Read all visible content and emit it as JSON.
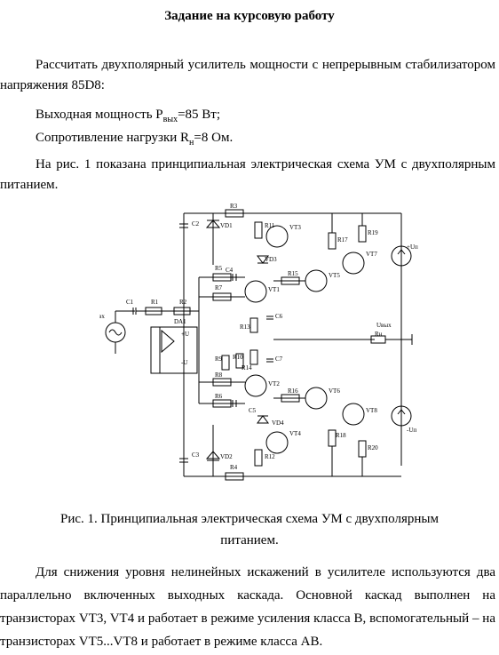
{
  "title": "Задание на курсовую работу",
  "para1": "Рассчитать двухполярный усилитель мощности с непрерывным стабилизатором напряжения 85D8:",
  "power": {
    "prefix": "Выходная мощность P",
    "sub": "вых",
    "suffix": "=85 Вт;"
  },
  "load": {
    "prefix": "Сопротивление нагрузки R",
    "sub": "н",
    "suffix": "=8 Ом."
  },
  "para2": "На рис. 1 показана принципиальная электрическая схема УМ с двухполярным питанием.",
  "caption_line1": "Рис. 1. Принципиальная электрическая схема УМ с двухполярным",
  "caption_line2": "питанием.",
  "para3": "Для снижения уровня нелинейных искажений в усилителе используются два параллельно включенных выходных каскада. Основной каскад выполнен на транзисторах VT3, VT4 и работает в режиме усиления класса B, вспомогательный – на транзисторах VT5...VT8 и работает в режиме класса AB.",
  "schematic": {
    "labels": [
      "C2",
      "R3",
      "VD1",
      "R11",
      "VT3",
      "VD3",
      "R17",
      "R19",
      "VT7",
      "+Uп",
      "C4",
      "R5",
      "R15",
      "VT1",
      "VT5",
      "R7",
      "C1",
      "R1",
      "R2",
      "Uвх",
      "DA1",
      "+U",
      "-U",
      "C6",
      "R13",
      "Uвых",
      "Rн",
      "R9",
      "R10",
      "R14",
      "C7",
      "R8",
      "VT2",
      "R6",
      "R16",
      "VT6",
      "VT8",
      "C5",
      "VD4",
      "-Uп",
      "R18",
      "R20",
      "VT4",
      "C3",
      "VD2",
      "R12",
      "R4"
    ]
  }
}
